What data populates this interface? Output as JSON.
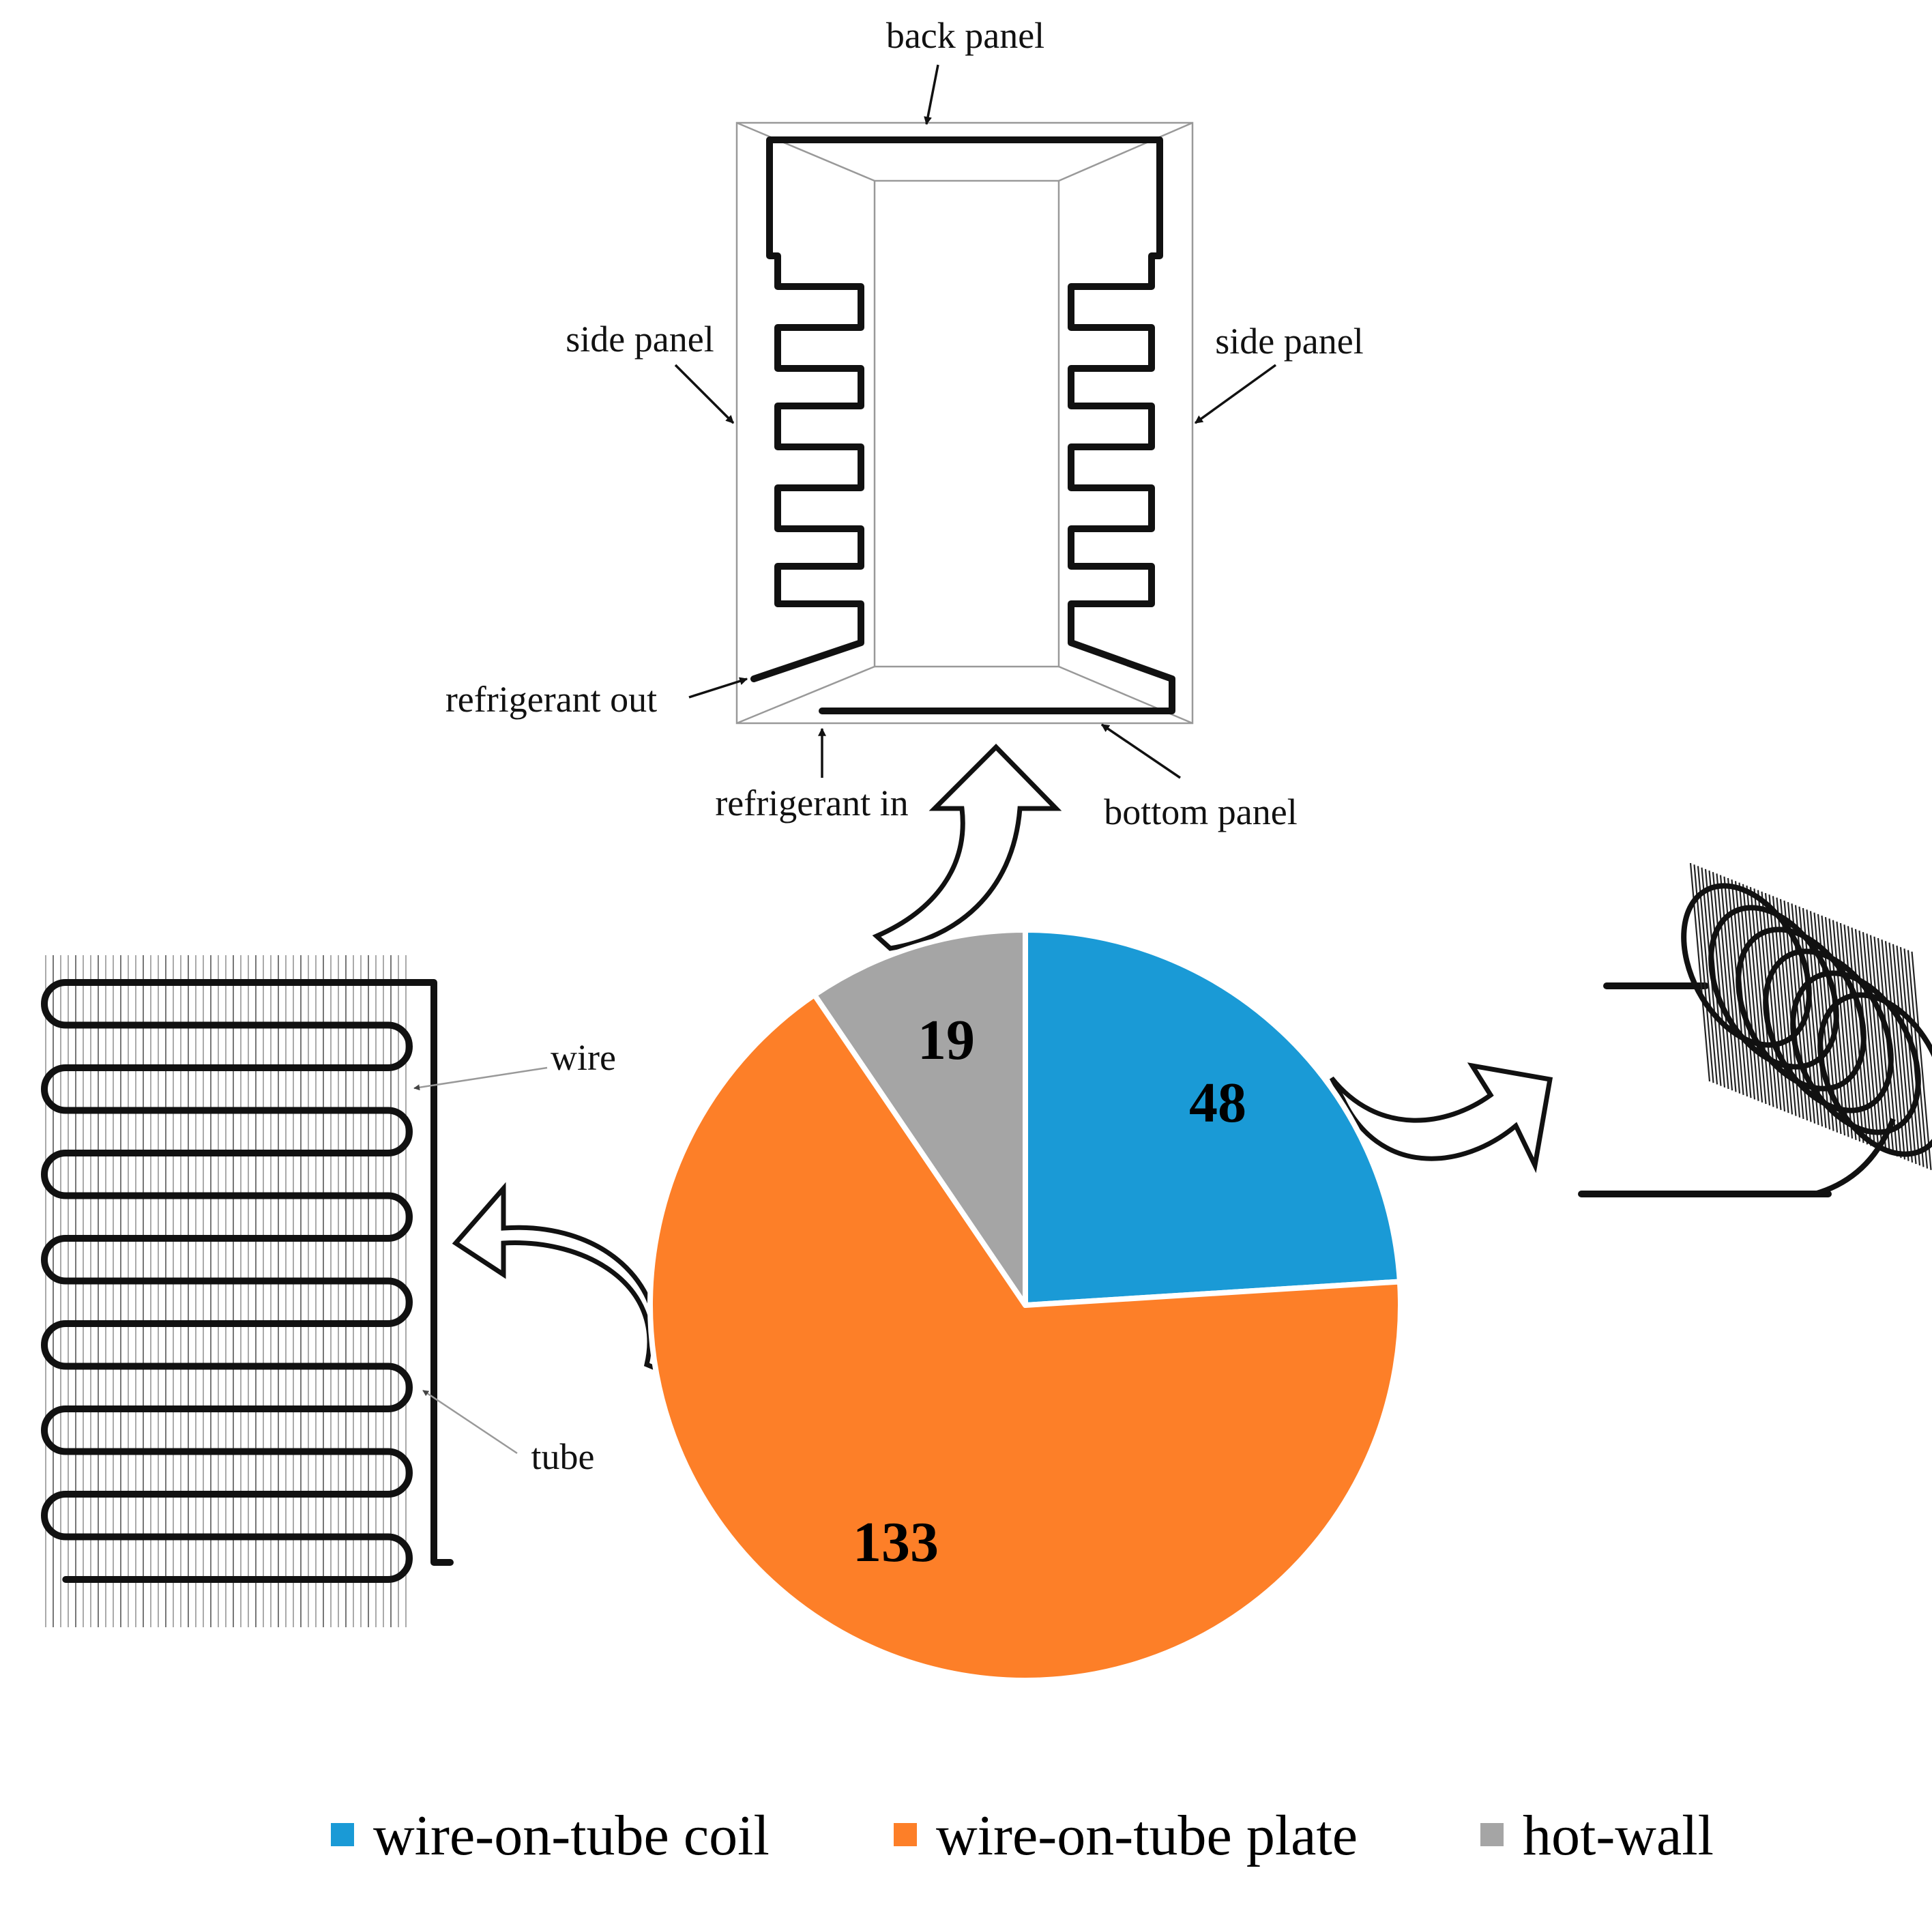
{
  "chart_data": {
    "type": "pie",
    "title": "",
    "legend_position": "bottom",
    "series": [
      {
        "name": "wire-on-tube coil",
        "value": 48,
        "color": "#1a9ad6"
      },
      {
        "name": "wire-on-tube plate",
        "value": 133,
        "color": "#fd7f28"
      },
      {
        "name": "hot-wall",
        "value": 19,
        "color": "#a5a5a5"
      }
    ]
  },
  "hotwall_diagram": {
    "labels": {
      "back_panel": "back panel",
      "side_panel_left": "side panel",
      "side_panel_right": "side panel",
      "refrigerant_out": "refrigerant out",
      "refrigerant_in": "refrigerant in",
      "bottom_panel": "bottom panel"
    }
  },
  "plate_diagram": {
    "labels": {
      "wire": "wire",
      "tube": "tube"
    }
  },
  "icons": [
    "curved-arrow-icon",
    "coil-icon"
  ]
}
